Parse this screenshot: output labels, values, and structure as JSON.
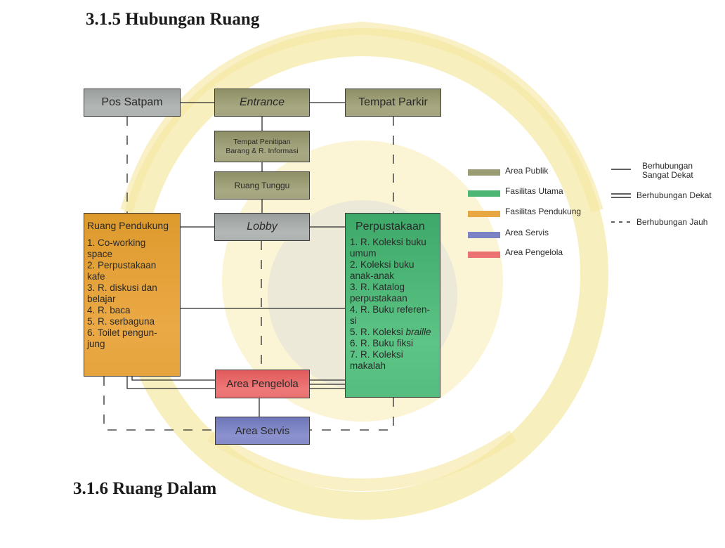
{
  "headings": {
    "section_315": "3.1.5 Hubungan Ruang",
    "section_316": "3.1.6 Ruang Dalam"
  },
  "diagram": {
    "nodes": {
      "pos_satpam": "Pos Satpam",
      "entrance": "Entrance",
      "tempat_parkir": "Tempat Parkir",
      "penitipan_line1": "Tempat Penitipan",
      "penitipan_line2": "Barang & R. Informasi",
      "ruang_tunggu": "Ruang Tunggu",
      "lobby": "Lobby",
      "area_pengelola": "Area Pengelola",
      "area_servis": "Area Servis"
    },
    "ruang_pendukung": {
      "title": "Ruang Pendukung",
      "items": [
        "1. Co-working",
        "space",
        "2. Perpustakaan",
        "kafe",
        "3. R. diskusi dan",
        "belajar",
        "4. R. baca",
        "5. R. serbaguna",
        "6. Toilet pengun-",
        "jung"
      ]
    },
    "perpustakaan": {
      "title": "Perpustakaan",
      "items": [
        "1. R. Koleksi buku",
        "umum",
        "2. Koleksi buku",
        "anak-anak",
        "3. R. Katalog",
        "perpustakaan",
        "4. R. Buku referen-",
        "si"
      ],
      "item5_prefix": "5. R. Koleksi ",
      "item5_italic": "braille",
      "items_after": [
        "6. R. Buku fiksi",
        "7. R. Koleksi",
        "makalah"
      ]
    }
  },
  "legend": {
    "areas": [
      {
        "label": "Area Publik",
        "color": "#9c9c74"
      },
      {
        "label": "Fasilitas Utama",
        "color": "#4cb775"
      },
      {
        "label": "Fasilitas Pendukung",
        "color": "#e9a741"
      },
      {
        "label": "Area Servis",
        "color": "#7c83c4"
      },
      {
        "label": "Area Pengelola",
        "color": "#ec7272"
      }
    ],
    "relations": {
      "sangat_dekat_line1": "Berhubungan",
      "sangat_dekat_line2": "Sangat Dekat",
      "dekat": "Berhubungan Dekat",
      "jauh": "Berhubungan Jauh"
    }
  }
}
